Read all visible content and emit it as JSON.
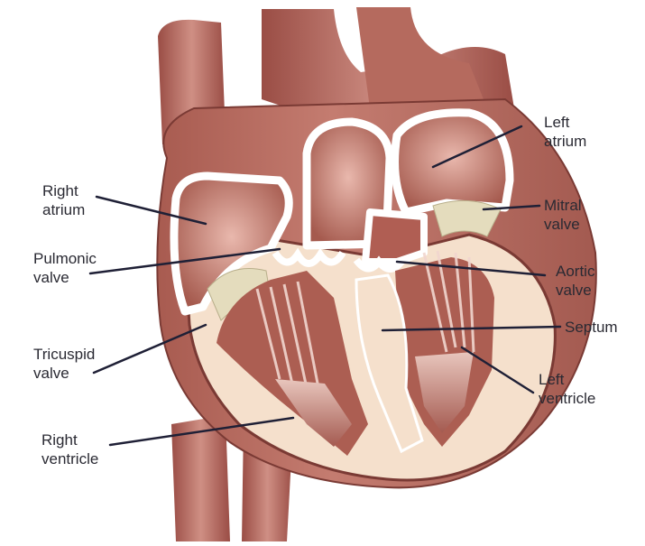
{
  "diagram": {
    "colors": {
      "background": "#ffffff",
      "heart_muscle": "#b96b5e",
      "heart_muscle_dark": "#8c4a43",
      "heart_muscle_light": "#d4948a",
      "chamber_interior": "#f7e3cf",
      "valve_tissue": "#e2dcc0",
      "leader_line": "#1f2036"
    },
    "labels": [
      {
        "id": "left-atrium",
        "lines": [
          "Left",
          "atrium"
        ]
      },
      {
        "id": "right-atrium",
        "lines": [
          "Right",
          "atrium"
        ]
      },
      {
        "id": "mitral-valve",
        "lines": [
          "Mitral",
          "valve"
        ]
      },
      {
        "id": "pulmonic-valve",
        "lines": [
          "Pulmonic",
          "valve"
        ]
      },
      {
        "id": "aortic-valve",
        "lines": [
          "Aortic",
          "valve"
        ]
      },
      {
        "id": "septum",
        "lines": [
          "Septum"
        ]
      },
      {
        "id": "tricuspid-valve",
        "lines": [
          "Tricuspid",
          "valve"
        ]
      },
      {
        "id": "left-ventricle",
        "lines": [
          "Left",
          "ventricle"
        ]
      },
      {
        "id": "right-ventricle",
        "lines": [
          "Right",
          "ventricle"
        ]
      }
    ]
  }
}
